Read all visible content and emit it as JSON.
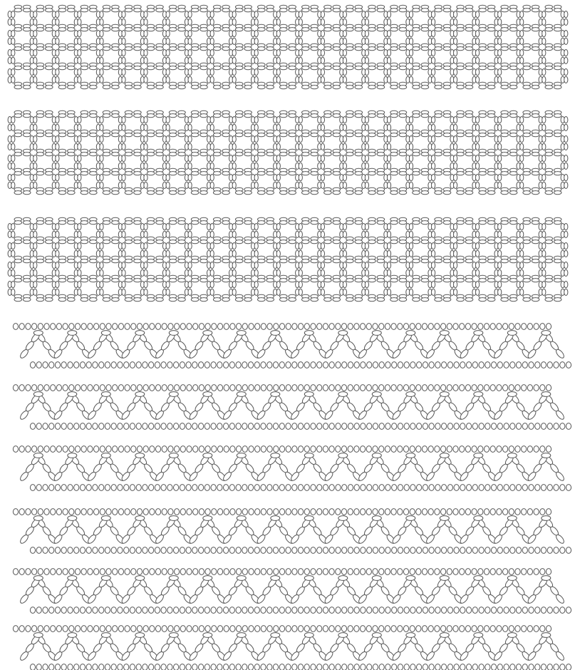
{
  "colors": {
    "background": "#ffffff",
    "bead_stroke": "#555555",
    "bead_fill": "#ffffff"
  },
  "diagrams": [
    {
      "kind": "grid-weave",
      "columns": 25,
      "rows": 4
    },
    {
      "kind": "grid-weave",
      "columns": 25,
      "rows": 4
    },
    {
      "kind": "grid-weave",
      "columns": 25,
      "rows": 4
    },
    {
      "kind": "zigzag-net",
      "peaks": 16
    },
    {
      "kind": "zigzag-net",
      "peaks": 16
    },
    {
      "kind": "zigzag-net",
      "peaks": 16
    },
    {
      "kind": "zigzag-net",
      "peaks": 16
    },
    {
      "kind": "zigzag-net",
      "peaks": 16
    },
    {
      "kind": "zigzag-net",
      "peaks": 16
    }
  ]
}
